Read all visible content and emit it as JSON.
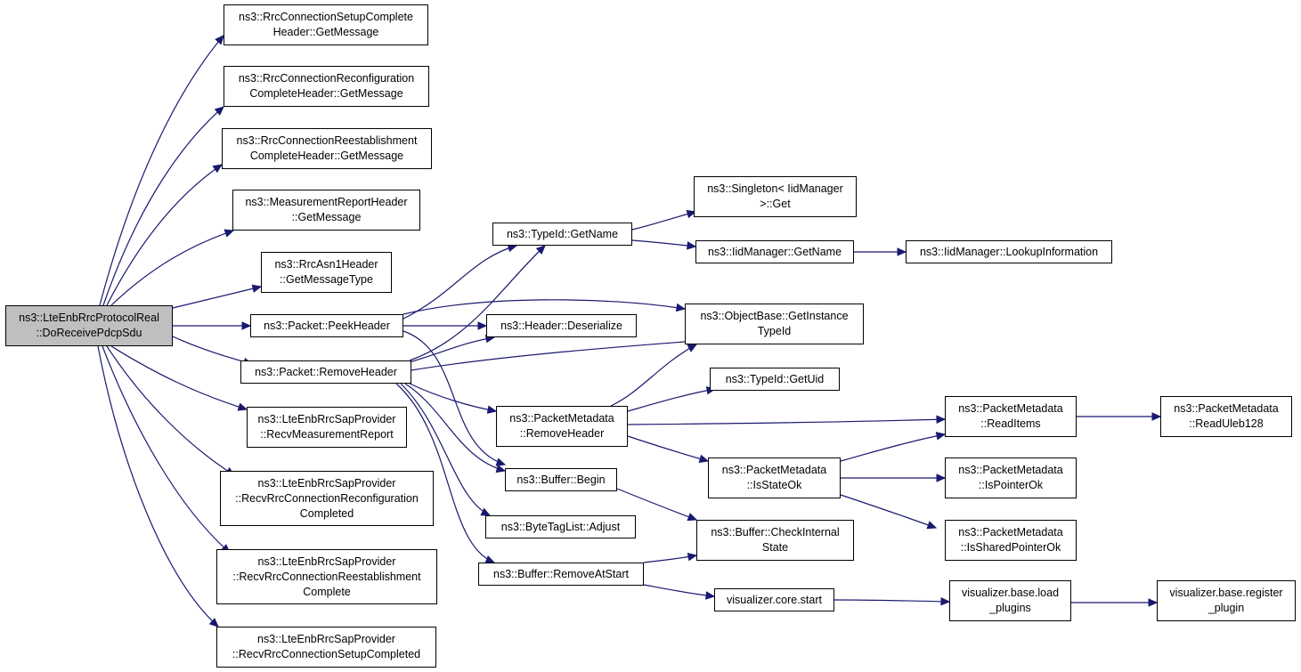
{
  "colors": {
    "edge": "#191970",
    "root_fill": "#bfbfbf",
    "node_fill": "#ffffff",
    "border": "#000000"
  },
  "nodes": {
    "root": "ns3::LteEnbRrcProtocolReal\n::DoReceivePdcpSdu",
    "rrc_setup_complete": "ns3::RrcConnectionSetupComplete\nHeader::GetMessage",
    "rrc_reconf_complete": "ns3::RrcConnectionReconfiguration\nCompleteHeader::GetMessage",
    "rrc_reest_complete": "ns3::RrcConnectionReestablishment\nCompleteHeader::GetMessage",
    "meas_report": "ns3::MeasurementReportHeader\n::GetMessage",
    "asn1_msgtype": "ns3::RrcAsn1Header\n::GetMessageType",
    "peek_header": "ns3::Packet::PeekHeader",
    "remove_header": "ns3::Packet::RemoveHeader",
    "sap_meas": "ns3::LteEnbRrcSapProvider\n::RecvMeasurementReport",
    "sap_reconf": "ns3::LteEnbRrcSapProvider\n::RecvRrcConnectionReconfiguration\nCompleted",
    "sap_reest": "ns3::LteEnbRrcSapProvider\n::RecvRrcConnectionReestablishment\nComplete",
    "sap_setup": "ns3::LteEnbRrcSapProvider\n::RecvRrcConnectionSetupCompleted",
    "typeid_getname": "ns3::TypeId::GetName",
    "header_deserialize": "ns3::Header::Deserialize",
    "pm_removeheader": "ns3::PacketMetadata\n::RemoveHeader",
    "buffer_begin": "ns3::Buffer::Begin",
    "bytetaglist_adjust": "ns3::ByteTagList::Adjust",
    "buffer_removeatstart": "ns3::Buffer::RemoveAtStart",
    "singleton_get": "ns3::Singleton< IidManager\n>::Get",
    "iid_getname": "ns3::IidManager::GetName",
    "objectbase_gettypeid": "ns3::ObjectBase::GetInstance\nTypeId",
    "typeid_getuid": "ns3::TypeId::GetUid",
    "pm_isstateok": "ns3::PacketMetadata\n::IsStateOk",
    "buffer_checkinternal": "ns3::Buffer::CheckInternal\nState",
    "viz_core_start": "visualizer.core.start",
    "iid_lookup": "ns3::IidManager::LookupInformation",
    "pm_readitems": "ns3::PacketMetadata\n::ReadItems",
    "pm_ispointerok": "ns3::PacketMetadata\n::IsPointerOk",
    "pm_issharedpointerok": "ns3::PacketMetadata\n::IsSharedPointerOk",
    "viz_base_load": "visualizer.base.load\n_plugins",
    "pm_readuleb": "ns3::PacketMetadata\n::ReadUleb128",
    "viz_base_register": "visualizer.base.register\n_plugin"
  }
}
